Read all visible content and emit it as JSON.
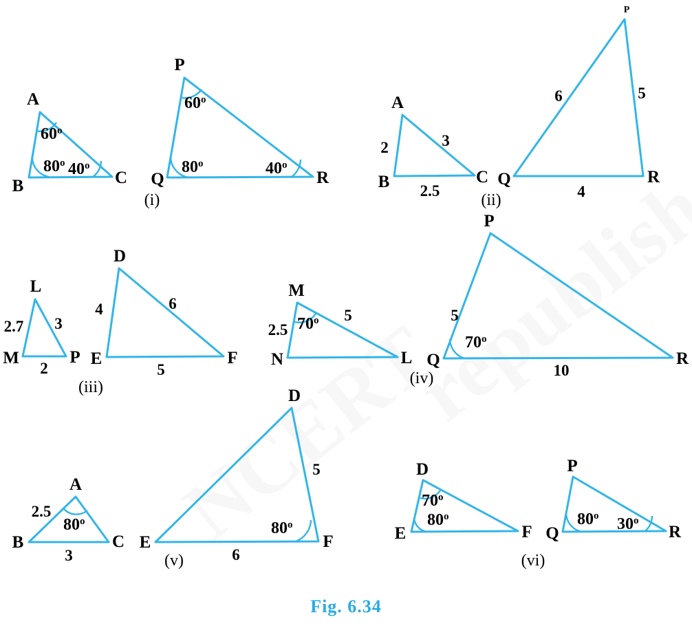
{
  "figure": {
    "caption": "Fig. 6.34",
    "caption_color": "#29abe2",
    "line_color": "#33b5e8",
    "watermark_text": "NCERT",
    "watermark_text2": "republished"
  },
  "parts": {
    "i": {
      "label": "(i)",
      "triangles": [
        {
          "name": "ABC",
          "vertices": [
            {
              "id": "A",
              "label": "A"
            },
            {
              "id": "B",
              "label": "B"
            },
            {
              "id": "C",
              "label": "C"
            }
          ],
          "angles": [
            {
              "at": "A",
              "value": "60",
              "deg": "o"
            },
            {
              "at": "B",
              "value": "80",
              "deg": "o"
            },
            {
              "at": "C",
              "value": "40",
              "deg": "o"
            }
          ],
          "sides": []
        },
        {
          "name": "PQR",
          "vertices": [
            {
              "id": "P",
              "label": "P"
            },
            {
              "id": "Q",
              "label": "Q"
            },
            {
              "id": "R",
              "label": "R"
            }
          ],
          "angles": [
            {
              "at": "P",
              "value": "60",
              "deg": "o"
            },
            {
              "at": "Q",
              "value": "80",
              "deg": "o"
            },
            {
              "at": "R",
              "value": "40",
              "deg": "o"
            }
          ],
          "sides": []
        }
      ]
    },
    "ii": {
      "label": "(ii)",
      "triangles": [
        {
          "name": "ABC",
          "vertices": [
            {
              "id": "A",
              "label": "A"
            },
            {
              "id": "B",
              "label": "B"
            },
            {
              "id": "C",
              "label": "C"
            }
          ],
          "angles": [],
          "sides": [
            {
              "between": "AB",
              "value": "2"
            },
            {
              "between": "AC",
              "value": "3"
            },
            {
              "between": "BC",
              "value": "2.5"
            }
          ]
        },
        {
          "name": "PQR",
          "vertices": [
            {
              "id": "P",
              "label": "P"
            },
            {
              "id": "Q",
              "label": "Q"
            },
            {
              "id": "R",
              "label": "R"
            }
          ],
          "angles": [],
          "sides": [
            {
              "between": "PQ",
              "value": "6"
            },
            {
              "between": "PR",
              "value": "5"
            },
            {
              "between": "QR",
              "value": "4"
            }
          ]
        }
      ]
    },
    "iii": {
      "label": "(iii)",
      "triangles": [
        {
          "name": "LMP",
          "vertices": [
            {
              "id": "L",
              "label": "L"
            },
            {
              "id": "M",
              "label": "M"
            },
            {
              "id": "P",
              "label": "P"
            }
          ],
          "angles": [],
          "sides": [
            {
              "between": "LM",
              "value": "2.7"
            },
            {
              "between": "LP",
              "value": "3"
            },
            {
              "between": "MP",
              "value": "2"
            }
          ]
        },
        {
          "name": "DEF",
          "vertices": [
            {
              "id": "D",
              "label": "D"
            },
            {
              "id": "E",
              "label": "E"
            },
            {
              "id": "F",
              "label": "F"
            }
          ],
          "angles": [],
          "sides": [
            {
              "between": "DE",
              "value": "4"
            },
            {
              "between": "DF",
              "value": "6"
            },
            {
              "between": "EF",
              "value": "5"
            }
          ]
        }
      ]
    },
    "iv": {
      "label": "(iv)",
      "triangles": [
        {
          "name": "MNL",
          "vertices": [
            {
              "id": "M",
              "label": "M"
            },
            {
              "id": "N",
              "label": "N"
            },
            {
              "id": "L",
              "label": "L"
            }
          ],
          "angles": [
            {
              "at": "M",
              "value": "70",
              "deg": "o"
            }
          ],
          "sides": [
            {
              "between": "MN",
              "value": "2.5"
            },
            {
              "between": "ML",
              "value": "5"
            }
          ]
        },
        {
          "name": "PQR",
          "vertices": [
            {
              "id": "P",
              "label": "P"
            },
            {
              "id": "Q",
              "label": "Q"
            },
            {
              "id": "R",
              "label": "R"
            }
          ],
          "angles": [
            {
              "at": "Q",
              "value": "70",
              "deg": "o"
            }
          ],
          "sides": [
            {
              "between": "PQ",
              "value": "5"
            },
            {
              "between": "QR",
              "value": "10"
            }
          ]
        }
      ]
    },
    "v": {
      "label": "(v)",
      "triangles": [
        {
          "name": "ABC",
          "vertices": [
            {
              "id": "A",
              "label": "A"
            },
            {
              "id": "B",
              "label": "B"
            },
            {
              "id": "C",
              "label": "C"
            }
          ],
          "angles": [
            {
              "at": "A",
              "value": "80",
              "deg": "o"
            }
          ],
          "sides": [
            {
              "between": "AB",
              "value": "2.5"
            },
            {
              "between": "BC",
              "value": "3"
            }
          ]
        },
        {
          "name": "DEF",
          "vertices": [
            {
              "id": "D",
              "label": "D"
            },
            {
              "id": "E",
              "label": "E"
            },
            {
              "id": "F",
              "label": "F"
            }
          ],
          "angles": [
            {
              "at": "F",
              "value": "80",
              "deg": "o"
            }
          ],
          "sides": [
            {
              "between": "DF",
              "value": "5"
            },
            {
              "between": "EF",
              "value": "6"
            }
          ]
        }
      ]
    },
    "vi": {
      "label": "(vi)",
      "triangles": [
        {
          "name": "DEF",
          "vertices": [
            {
              "id": "D",
              "label": "D"
            },
            {
              "id": "E",
              "label": "E"
            },
            {
              "id": "F",
              "label": "F"
            }
          ],
          "angles": [
            {
              "at": "D",
              "value": "70",
              "deg": "o"
            },
            {
              "at": "E",
              "value": "80",
              "deg": "o"
            }
          ],
          "sides": []
        },
        {
          "name": "PQR",
          "vertices": [
            {
              "id": "P",
              "label": "P"
            },
            {
              "id": "Q",
              "label": "Q"
            },
            {
              "id": "R",
              "label": "R"
            }
          ],
          "angles": [
            {
              "at": "Q",
              "value": "80",
              "deg": "o"
            },
            {
              "at": "R",
              "value": "30",
              "deg": "o"
            }
          ],
          "sides": []
        }
      ]
    }
  }
}
